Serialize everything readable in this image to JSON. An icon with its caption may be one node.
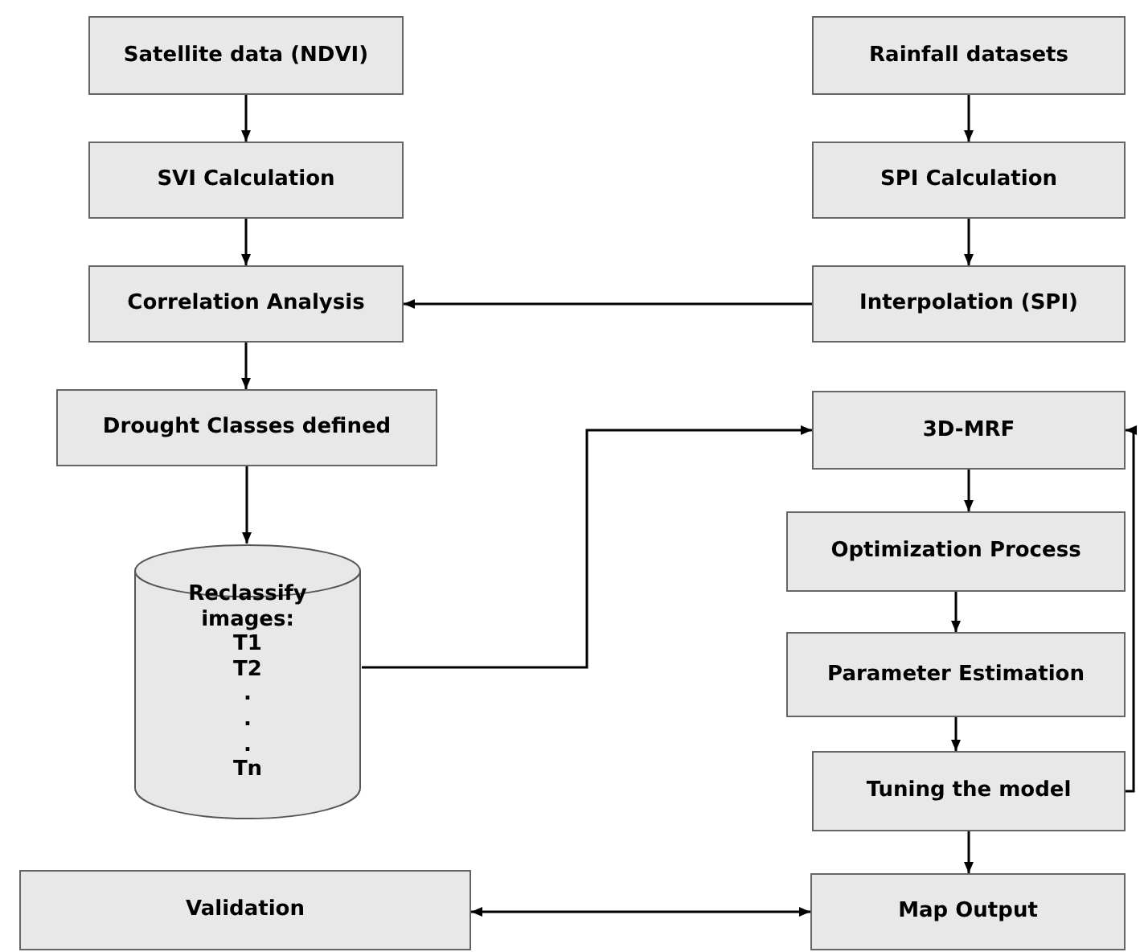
{
  "diagram": {
    "nodes": [
      {
        "text": [
          "Satellite data (NDVI)"
        ]
      },
      {
        "text": [
          "SVI Calculation"
        ]
      },
      {
        "text": [
          "Correlation Analysis"
        ]
      },
      {
        "text": [
          "Drought Classes defined"
        ]
      },
      {
        "text": [
          "Reclassify images:",
          "T1",
          "T2",
          ".",
          ".",
          ".",
          "Tn"
        ]
      },
      {
        "text": [
          "Rainfall datasets"
        ]
      },
      {
        "text": [
          "SPI Calculation"
        ]
      },
      {
        "text": [
          "Interpolation (SPI)"
        ]
      },
      {
        "text": [
          "3D-MRF"
        ]
      },
      {
        "text": [
          "Optimization Process"
        ]
      },
      {
        "text": [
          "Parameter Estimation"
        ]
      },
      {
        "text": [
          "Tuning the model"
        ]
      },
      {
        "text": [
          "Validation"
        ]
      },
      {
        "text": [
          "Map Output"
        ]
      }
    ],
    "edges": [
      {
        "from": 0,
        "to": 1,
        "arrow": "to"
      },
      {
        "from": 1,
        "to": 2,
        "arrow": "to"
      },
      {
        "from": 7,
        "to": 2,
        "arrow": "to"
      },
      {
        "from": 2,
        "to": 3,
        "arrow": "to"
      },
      {
        "from": 3,
        "to": 4,
        "arrow": "to"
      },
      {
        "from": 5,
        "to": 6,
        "arrow": "to"
      },
      {
        "from": 6,
        "to": 7,
        "arrow": "to"
      },
      {
        "from": 4,
        "to": 8,
        "arrow": "to"
      },
      {
        "from": 8,
        "to": 9,
        "arrow": "to"
      },
      {
        "from": 9,
        "to": 10,
        "arrow": "to"
      },
      {
        "from": 10,
        "to": 11,
        "arrow": "to"
      },
      {
        "from": 11,
        "to": 13,
        "arrow": "to"
      },
      {
        "from": 11,
        "to": 8,
        "arrow": "to"
      },
      {
        "from": 12,
        "to": 13,
        "arrow": "both"
      }
    ]
  }
}
